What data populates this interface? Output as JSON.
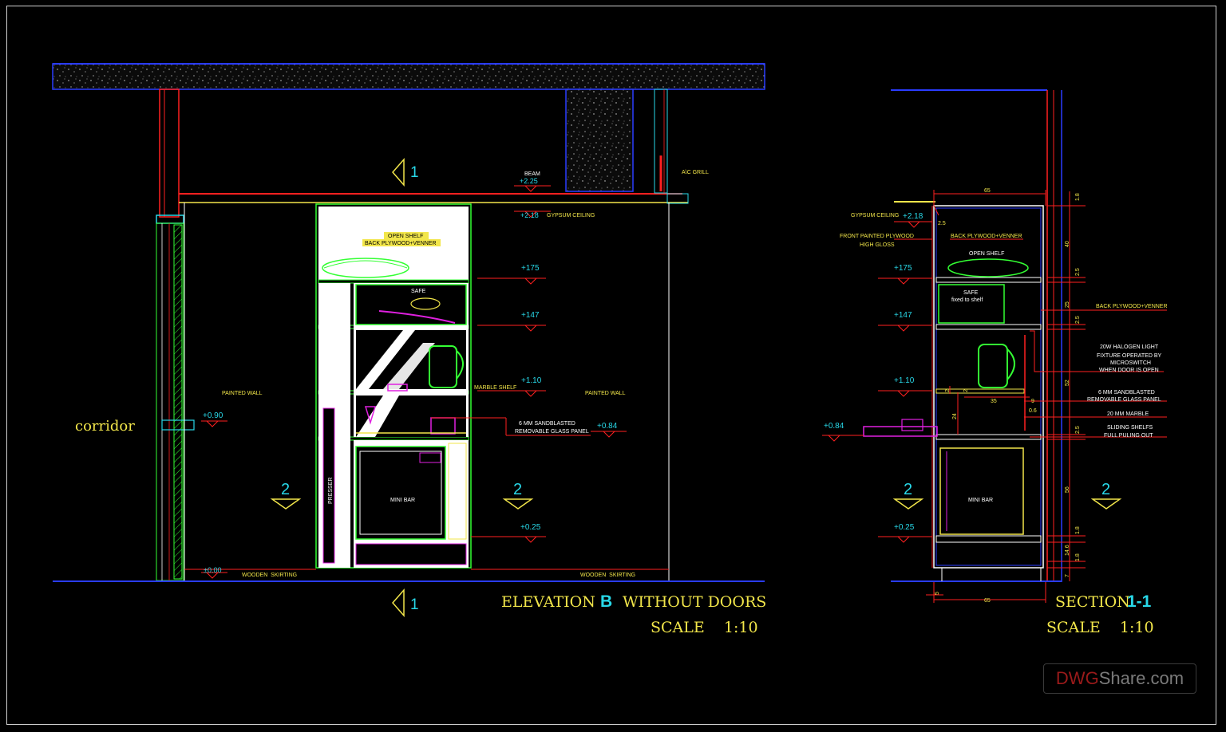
{
  "elevation": {
    "title_a": "ELEVATION",
    "title_b": "B",
    "title_c": "WITHOUT  DOORS",
    "scale": "SCALE    1:10",
    "corridor": "corridor",
    "beam": "BEAM",
    "beam_level": "+2.25",
    "gypsum_level": "+2.18",
    "gypsum": "GYPSUM CEILING",
    "ac_grill": "A\\C GRILL",
    "open_shelf": "OPEN SHELF",
    "back_ply": "BACK PLYWOOD+VENNER",
    "safe": "SAFE",
    "lvl_175": "+175",
    "lvl_147": "+147",
    "lvl_110": "+1.10",
    "marble_shelf": "MARBLE SHELF",
    "painted_wall_l": "PAINTED WALL",
    "painted_wall_r": "PAINTED WALL",
    "lvl_090": "+0.90",
    "glass_1": "6  MM  SANDBLASTED",
    "glass_2": "REMOVABLE  GLASS  PANEL",
    "lvl_084": "+0.84",
    "presser": "PRESSER",
    "mini_bar": "MINI BAR",
    "lvl_025": "+0.25",
    "lvl_000": "±0.00",
    "skirting_l": "WOODEN  SKIRTING",
    "skirting_r": "WOODEN  SKIRTING",
    "marker_1": "1",
    "marker_2": "2"
  },
  "section": {
    "title_a": "SECTION",
    "title_b": "1-1",
    "scale": "SCALE    1:10",
    "dim_65_top": "65",
    "dim_65_bot": "65",
    "gypsum": "GYPSUM CEILING",
    "gypsum_level": "+2.18",
    "dim_25": "2.5",
    "front_ply_1": "FRONT PAINTED PLYWOOD",
    "front_ply_2": "HIGH GLOSS",
    "back_ply": "BACK PLYWOOD+VENNER",
    "open_shelf": "OPEN SHELF",
    "lvl_175": "+175",
    "safe_1": "SAFE",
    "safe_2": "fixed to shelf",
    "back_ply_2": "BACK PLYWOOD+VENNER",
    "lvl_147": "+147",
    "halogen_1": "20W HALOGEN LIGHT",
    "halogen_2": "FIXTURE OPERATED BY",
    "halogen_3": "MICROSWITCH",
    "halogen_4": "WHEN DOOR IS OPEN",
    "lvl_110": "+1.10",
    "glass_1": "6  MM  SANDBLASTED",
    "glass_2": "REMOVABLE  GLASS  PANEL",
    "marble": "20 MM MARBLE",
    "sliding_1": "SLIDING SHELFS",
    "sliding_2": "FULL PULING OUT",
    "lvl_084": "+0.84",
    "mini_bar": "MINI BAR",
    "lvl_025": "+0.25",
    "dims_right": [
      "1.8",
      "40",
      "2.5",
      "25",
      "2.5",
      "52",
      "2.5",
      "56",
      "1.8",
      "14.6",
      "1.8",
      "7"
    ],
    "dims_small": [
      "2",
      "2",
      "35",
      "9",
      "0.6",
      "24",
      "5"
    ],
    "marker_1": "1",
    "marker_2": "2"
  },
  "watermark": {
    "part1": "DWG",
    "part2": "Share.com"
  },
  "colors": {
    "red": "#ff2020",
    "yellow": "#f2e64a",
    "green": "#33ff33",
    "cyan": "#28d8e8",
    "magenta": "#e020e0",
    "blue": "#2a3cff",
    "white": "#ffffff"
  }
}
